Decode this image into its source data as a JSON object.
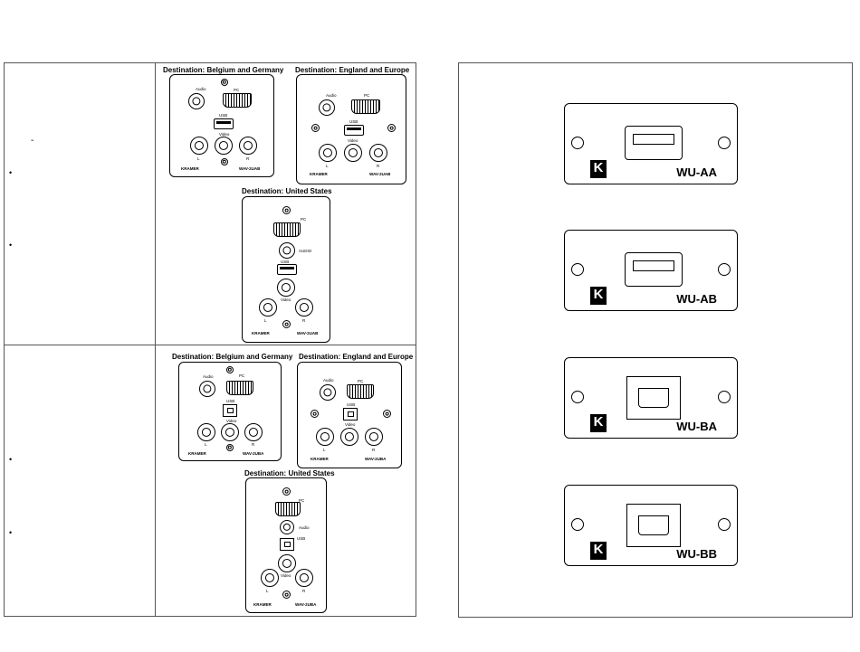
{
  "left_page": {
    "row1": {
      "bullets": [
        "•",
        "•"
      ],
      "dash": "-",
      "belgium": {
        "title": "Destination: Belgium and Germany",
        "labels": {
          "audio": "Audio",
          "pc": "PC",
          "usb": "USB",
          "video": "Video",
          "l": "L",
          "r": "R",
          "brand": "KRAMER",
          "model": "WAV-2UAB"
        }
      },
      "england": {
        "title": "Destination: England and Europe",
        "labels": {
          "audio": "Audio",
          "pc": "PC",
          "usb": "USB",
          "video": "Video",
          "l": "L",
          "r": "R",
          "brand": "KRAMER",
          "model": "WAV-2UAB"
        }
      },
      "us": {
        "title": "Destination: United States",
        "labels": {
          "pc": "PC",
          "audio": "AUDIO",
          "usb": "USB",
          "video": "Video",
          "l": "L",
          "r": "R",
          "brand": "KRAMER",
          "model": "WAV-2UAB"
        }
      }
    },
    "row2": {
      "bullets": [
        "•",
        "•"
      ],
      "belgium": {
        "title": "Destination: Belgium and Germany",
        "labels": {
          "audio": "Audio",
          "pc": "PC",
          "usb": "USB",
          "video": "Video",
          "l": "L",
          "r": "R",
          "brand": "KRAMER",
          "model": "WAV-2UBA"
        }
      },
      "england": {
        "title": "Destination: England and Europe",
        "labels": {
          "audio": "Audio",
          "pc": "PC",
          "usb": "USB",
          "video": "Video",
          "l": "L",
          "r": "R",
          "brand": "KRAMER",
          "model": "WAV-2UBA"
        }
      },
      "us": {
        "title": "Destination: United States",
        "labels": {
          "pc": "PC",
          "audio": "Audio",
          "usb": "USB",
          "video": "Video",
          "l": "L",
          "r": "R",
          "brand": "KRAMER",
          "model": "WAV-2UBA"
        }
      }
    }
  },
  "right_page": {
    "modules": [
      {
        "name": "WU-AA",
        "connector": "usb-a"
      },
      {
        "name": "WU-AB",
        "connector": "usb-a"
      },
      {
        "name": "WU-BA",
        "connector": "usb-b"
      },
      {
        "name": "WU-BB",
        "connector": "usb-b"
      }
    ],
    "logo_letter": "K"
  }
}
